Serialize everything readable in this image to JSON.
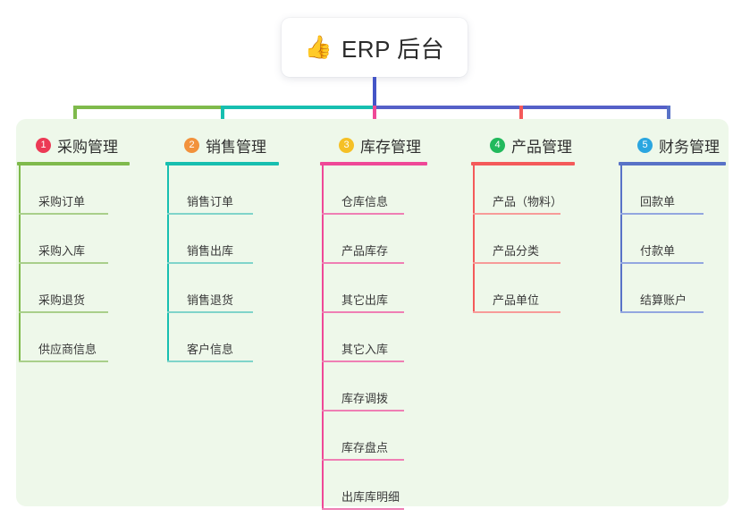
{
  "root": {
    "icon": "thumbs-up-icon",
    "emoji": "👍",
    "title": "ERP 后台"
  },
  "panel": {
    "background_color": "#eef8ea"
  },
  "connector": {
    "stem_color": "#4455c7",
    "bus_color_left": "#7fba4c",
    "bus_color_mid": "#1fb8a6",
    "bus_color_right": "#5560c8"
  },
  "branches": [
    {
      "number": "1",
      "title": "采购管理",
      "badge_color": "#ec3a55",
      "line_color": "#7fba4c",
      "leaf_color": "#a9cf8a",
      "items": [
        {
          "label": "采购订单"
        },
        {
          "label": "采购入库"
        },
        {
          "label": "采购退货"
        },
        {
          "label": "供应商信息"
        }
      ]
    },
    {
      "number": "2",
      "title": "销售管理",
      "badge_color": "#f2923c",
      "line_color": "#17bfb0",
      "leaf_color": "#7fd4ca",
      "items": [
        {
          "label": "销售订单"
        },
        {
          "label": "销售出库"
        },
        {
          "label": "销售退货"
        },
        {
          "label": "客户信息"
        }
      ]
    },
    {
      "number": "3",
      "title": "库存管理",
      "badge_color": "#f5c026",
      "line_color": "#ef4897",
      "leaf_color": "#ef7fb4",
      "items": [
        {
          "label": "仓库信息"
        },
        {
          "label": "产品库存"
        },
        {
          "label": "其它出库"
        },
        {
          "label": "其它入库"
        },
        {
          "label": "库存调拨"
        },
        {
          "label": "库存盘点"
        },
        {
          "label": "出库库明细"
        }
      ]
    },
    {
      "number": "4",
      "title": "产品管理",
      "badge_color": "#22b95c",
      "line_color": "#f45a5a",
      "leaf_color": "#f79b99",
      "items": [
        {
          "label": "产品（物料）"
        },
        {
          "label": "产品分类"
        },
        {
          "label": "产品单位"
        }
      ]
    },
    {
      "number": "5",
      "title": "财务管理",
      "badge_color": "#2ba6e0",
      "line_color": "#5872c7",
      "leaf_color": "#93a7e0",
      "items": [
        {
          "label": "回款单"
        },
        {
          "label": "付款单"
        },
        {
          "label": "结算账户"
        }
      ]
    }
  ]
}
